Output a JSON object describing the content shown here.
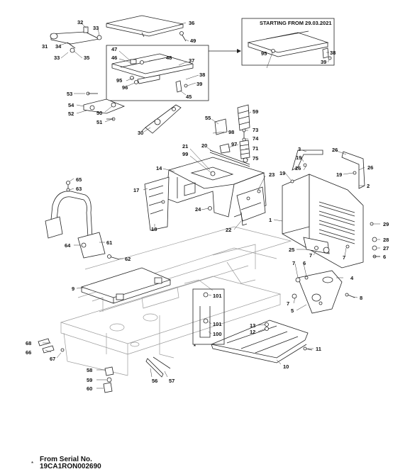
{
  "inset": {
    "title": "STARTING FROM 29.03.2021"
  },
  "footnote": {
    "asterisk": "*",
    "line1": "From Serial No.",
    "line2": "19CA1RON002690"
  },
  "inline_asterisk": "*",
  "labels": {
    "p1": "1",
    "p2": "2",
    "p3": "3",
    "p4": "4",
    "p5": "5",
    "p6": "6",
    "p7": "7",
    "p8": "8",
    "p9": "9",
    "p10": "10",
    "p11": "11",
    "p12": "12",
    "p13": "13",
    "p14": "14",
    "p17": "17",
    "p18": "18",
    "p19": "19",
    "p20": "20",
    "p21": "21",
    "p22": "22",
    "p23": "23",
    "p24": "24",
    "p25": "25",
    "p26": "26",
    "p27": "27",
    "p28": "28",
    "p29": "29",
    "p30": "30",
    "p31": "31",
    "p32": "32",
    "p33": "33",
    "p34": "34",
    "p35": "35",
    "p36": "36",
    "p37": "37",
    "p38": "38",
    "p39": "39",
    "p45": "45",
    "p46": "46",
    "p47": "47",
    "p48": "48",
    "p49": "49",
    "p50": "50",
    "p51": "51",
    "p52": "52",
    "p53": "53",
    "p54": "54",
    "p55": "55",
    "p56": "56",
    "p57": "57",
    "p58": "58",
    "p59": "59",
    "p60": "60",
    "p61": "61",
    "p62": "62",
    "p63": "63",
    "p64": "64",
    "p65": "65",
    "p66": "66",
    "p67": "67",
    "p68": "68",
    "p71": "71",
    "p73": "73",
    "p74": "74",
    "p75": "75",
    "p95": "95",
    "p96": "96",
    "p97": "97",
    "p98": "98",
    "p99": "99",
    "p100": "100",
    "p101": "101"
  }
}
